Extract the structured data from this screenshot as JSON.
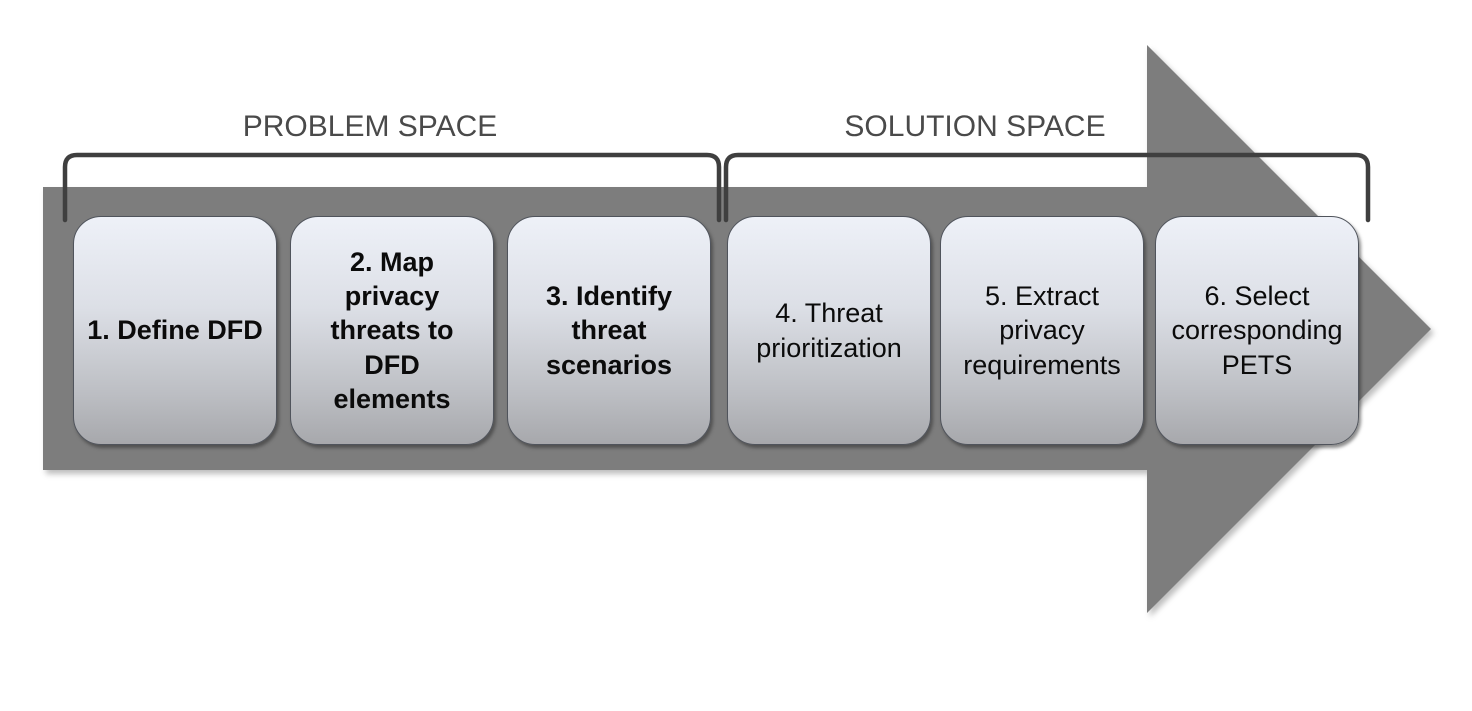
{
  "labels": {
    "problem_space": "PROBLEM SPACE",
    "solution_space": "SOLUTION SPACE"
  },
  "steps": [
    {
      "id": 1,
      "phase": "problem",
      "label": "1. Define DFD"
    },
    {
      "id": 2,
      "phase": "problem",
      "label": "2. Map\nprivacy\nthreats to\nDFD\nelements"
    },
    {
      "id": 3,
      "phase": "problem",
      "label": "3. Identify\nthreat\nscenarios"
    },
    {
      "id": 4,
      "phase": "solution",
      "label": "4. Threat\nprioritization"
    },
    {
      "id": 5,
      "phase": "solution",
      "label": "5. Extract\nprivacy\nrequirements"
    },
    {
      "id": 6,
      "phase": "solution",
      "label": "6. Select\ncorresponding\nPETS"
    }
  ],
  "colors": {
    "arrow": "#7d7d7d",
    "bracket": "#3f3f3f",
    "label_text": "#4a4a4a",
    "box_border": "#50545c",
    "box_gradient_top": "#eef1f8",
    "box_gradient_bottom": "#a7a8ac",
    "step_text": "#0b0b0b",
    "background": "#ffffff"
  }
}
